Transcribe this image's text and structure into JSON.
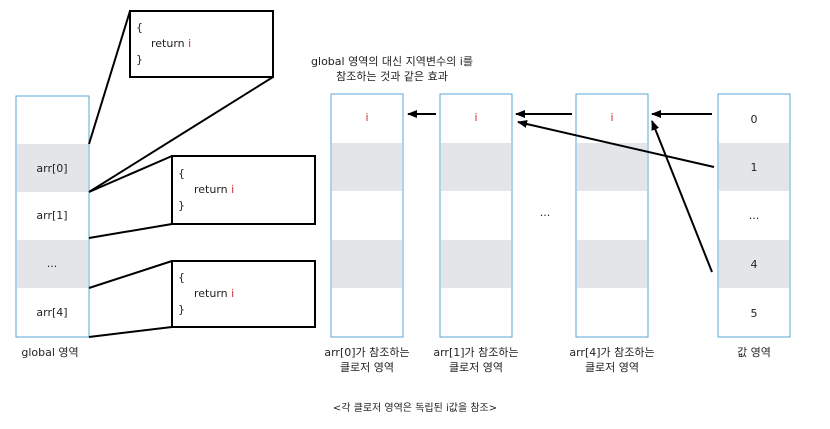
{
  "global_column": {
    "cells": [
      "arr[0]",
      "arr[1]",
      "...",
      "arr[4]"
    ],
    "label": "global 영역"
  },
  "closure_boxes": [
    {
      "open": "{",
      "keyword": "return",
      "var": "i",
      "close": "}"
    },
    {
      "open": "{",
      "keyword": "return",
      "var": "i",
      "close": "}"
    },
    {
      "open": "{",
      "keyword": "return",
      "var": "i",
      "close": "}"
    }
  ],
  "closure_columns": [
    {
      "value": "i",
      "label_line1": "arr[0]가 참조하는",
      "label_line2": "클로저 영역"
    },
    {
      "value": "i",
      "label_line1": "arr[1]가 참조하는",
      "label_line2": "클로저 영역"
    },
    {
      "value": "i",
      "label_line1": "arr[4]가 참조하는",
      "label_line2": "클로저 영역"
    }
  ],
  "between_dots": "...",
  "annotation": {
    "line1": "global 영역의 대신 지역변수의 i를",
    "line2": "참조하는 것과 같은 효과"
  },
  "value_column": {
    "cells": [
      "0",
      "1",
      "...",
      "4",
      "5"
    ],
    "label": "값 영역"
  },
  "caption": "<각 클로저 영역은 독립된 i값을 참조>",
  "colors": {
    "column_border": "#5aa7d6",
    "shaded_cell": "#e3e5e8",
    "highlight_red": "#d32f2f",
    "line": "#000000"
  }
}
